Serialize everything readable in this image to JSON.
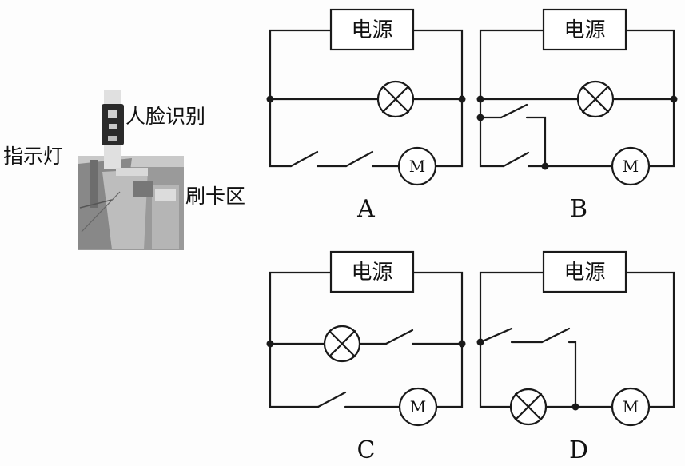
{
  "photo": {
    "label_face": "人脸识别",
    "label_indicator": "指示灯",
    "label_card": "刷卡区"
  },
  "circuits": [
    {
      "caption": "A",
      "source_label": "电源",
      "motor_label": "M"
    },
    {
      "caption": "B",
      "source_label": "电源",
      "motor_label": "M"
    },
    {
      "caption": "C",
      "source_label": "电源",
      "motor_label": "M"
    },
    {
      "caption": "D",
      "source_label": "电源",
      "motor_label": "M"
    }
  ]
}
